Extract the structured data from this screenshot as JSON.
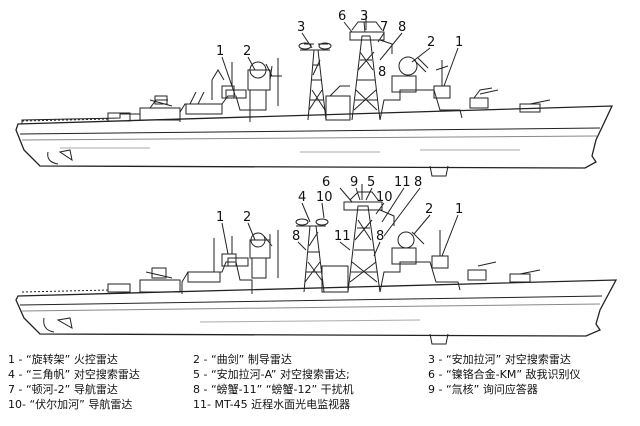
{
  "callouts": {
    "top": [
      "1",
      "2",
      "3",
      "6",
      "3",
      "7",
      "8",
      "8",
      "2",
      "1"
    ],
    "bottom": [
      "6",
      "9",
      "5",
      "4",
      "10",
      "11",
      "8",
      "10",
      "1",
      "2",
      "8",
      "11",
      "8",
      "2",
      "1"
    ]
  },
  "legend": [
    "1 - “旋转架” 火控雷达",
    "2 - “曲剑” 制导雷达",
    "3 - “安加拉河” 对空搜索雷达",
    "4 - “三角帆” 对空搜索雷达",
    "5 - “安加拉河-A” 对空搜索雷达;",
    "6 - “镍铬合金-KM” 敌我识别仪",
    "7 - “顿河-2” 导航雷达",
    "8 - “螃蟹-11” “螃蟹-12” 干扰机",
    "9 - “氚核” 询问应答器",
    "10- “伏尔加河” 导航雷达",
    "11- MT-45 近程水面光电监视器"
  ]
}
